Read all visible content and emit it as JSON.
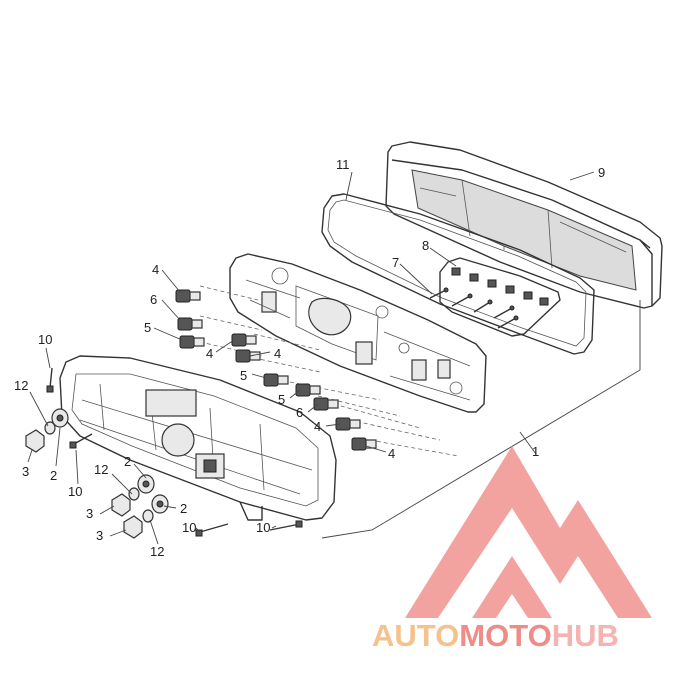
{
  "callouts": {
    "c1": "1",
    "c2a": "2",
    "c2b": "2",
    "c2c": "2",
    "c3a": "3",
    "c3b": "3",
    "c3c": "3",
    "c4a": "4",
    "c4b": "4",
    "c4c": "4",
    "c4d": "4",
    "c4e": "4",
    "c5a": "5",
    "c5b": "5",
    "c5c": "5",
    "c6a": "6",
    "c6b": "6",
    "c7": "7",
    "c8": "8",
    "c9": "9",
    "c10a": "10",
    "c10b": "10",
    "c10c": "10",
    "c10d": "10",
    "c11": "11",
    "c12a": "12",
    "c12b": "12",
    "c12c": "12"
  },
  "watermark": {
    "part1": "AUTO",
    "part2": "MOTO",
    "part3": "HUB",
    "color1": "#f6c28c",
    "color2": "#f08c88",
    "color3": "#f4b4b0",
    "mark_color": "#f19b98"
  },
  "line_color": "#333333"
}
